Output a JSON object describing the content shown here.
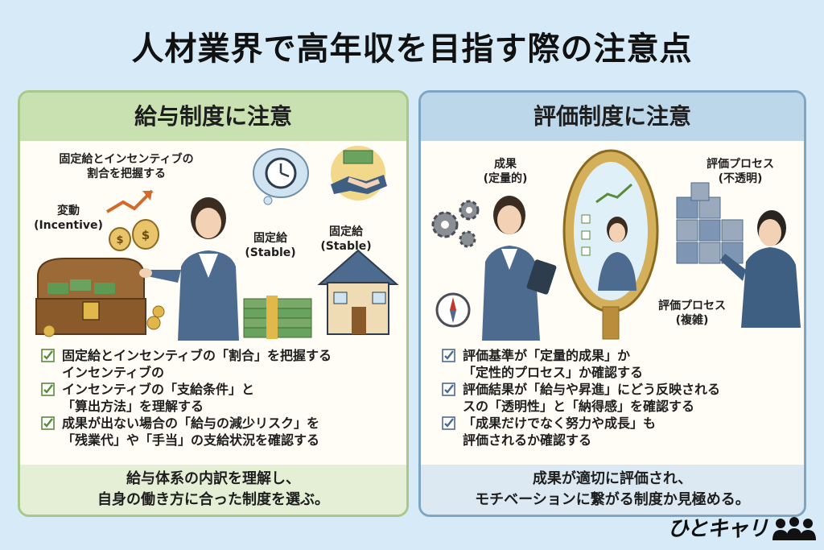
{
  "title": "人材業界で高年収を目指す際の注意点",
  "left": {
    "header": "給与制度に注意",
    "labels": {
      "ratio": "固定給とインセンティブの\n割合を把握する",
      "variable": "変動\n(Incentive)",
      "fixed1": "固定給\n(Stable)",
      "fixed2": "固定給\n(Stable)"
    },
    "bullets": [
      "固定給とインセンティブの「割合」を把握する\nインセンティブの",
      "インセンティブの「支給条件」と\n「算出方法」を理解する",
      "成果が出ない場合の「給与の減少リスク」を\n「残業代」や「手当」の支給状況を確認する"
    ],
    "footer": "給与体系の内訳を理解し、\n自身の働き方に合った制度を選ぶ。"
  },
  "right": {
    "header": "評価制度に注意",
    "labels": {
      "result": "成果\n(定量的)",
      "process_opaque": "評価プロセス\n(不透明)",
      "process_complex": "評価プロセス\n(複雑)"
    },
    "bullets": [
      "評価基準が「定量的成果」か\n「定性的プロセス」か確認する",
      "評価結果が「給与や昇進」にどう反映される\nスの「透明性」と「納得感」を確認する",
      "「成果だけでなく努力や成長」も\n評価されるか確認する"
    ],
    "footer": "成果が適切に評価され、\nモチベーションに繋がる制度か見極める。"
  },
  "logo": "ひとキャリ",
  "colors": {
    "background": "#d6ebf7",
    "left_accent": "#c9e0b0",
    "right_accent": "#bcd6ea",
    "check": "#5a8a3c"
  }
}
